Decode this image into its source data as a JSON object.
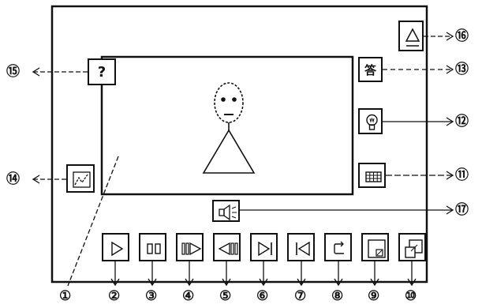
{
  "help_button": {
    "label": "?"
  },
  "answer_button": {
    "label": "答"
  },
  "callouts": {
    "c1": "①",
    "c2": "②",
    "c3": "③",
    "c4": "④",
    "c5": "⑤",
    "c6": "⑥",
    "c7": "⑦",
    "c8": "⑧",
    "c9": "⑨",
    "c10": "⑩",
    "c11": "⑪",
    "c12": "⑫",
    "c13": "⑬",
    "c14": "⑭",
    "c15": "⑮",
    "c16": "⑯",
    "c17": "⑰"
  },
  "icons": {
    "eject": "eject-icon",
    "help": "question-icon",
    "answer": "answer-icon",
    "hint": "hint-bulb-icon",
    "grid": "grid-icon",
    "graph": "graph-icon",
    "speaker": "speaker-icon",
    "play": "play-icon",
    "pause": "pause-icon",
    "fast_forward": "fast-forward-icon",
    "rewind": "rewind-icon",
    "skip_next": "skip-next-icon",
    "skip_previous": "skip-previous-icon",
    "repeat": "repeat-icon",
    "window_shrink": "window-shrink-icon",
    "window_expand": "window-expand-icon"
  },
  "colors": {
    "ink": "#111111",
    "background": "#ffffff"
  }
}
